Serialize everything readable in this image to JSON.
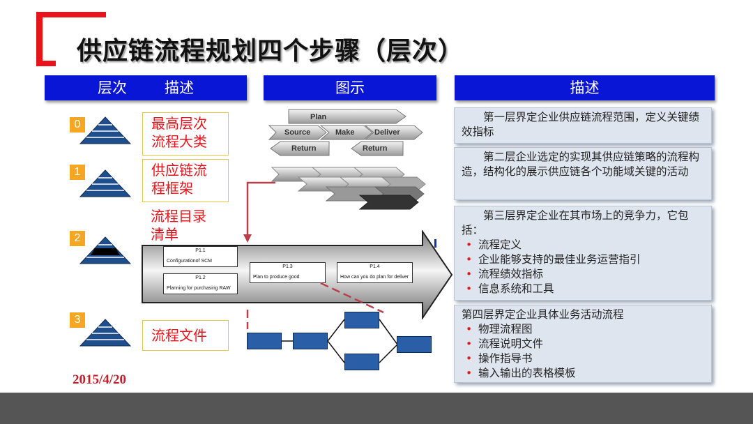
{
  "title": "供应链流程规划四个步骤（层次）",
  "headers": {
    "level": "层次",
    "describe_left": "描述",
    "diagram": "图示",
    "describe_right": "描述"
  },
  "levels": [
    {
      "num": "0",
      "label_line1": "最高层次",
      "label_line2": "流程大类"
    },
    {
      "num": "1",
      "label_line1": "供应链流",
      "label_line2": "程框架"
    },
    {
      "num": "2",
      "label_line1": "流程目录",
      "label_line2": "清单"
    },
    {
      "num": "3",
      "label_line1": "流程文件",
      "label_line2": ""
    }
  ],
  "scor": {
    "plan": "Plan",
    "source": "Source",
    "make": "Make",
    "deliver": "Deliver",
    "return_left": "Return",
    "return_right": "Return"
  },
  "process_boxes": [
    {
      "id": "P1.1",
      "text": "Configurationof SCM"
    },
    {
      "id": "P1.2",
      "text": "Planning for purchasing RAW"
    },
    {
      "id": "P1.3",
      "text": "Plan to produce good"
    },
    {
      "id": "P1.4",
      "text": "How can you do plan for deliver"
    }
  ],
  "descriptions": {
    "d1": "第一层界定企业供应链流程范围，定义关键绩效指标",
    "d2": "第二层企业选定的实现其供应链策略的流程构造，结构化的展示供应链各个功能域关键的活动",
    "d3_intro": "第三层界定企业在其市场上的竞争力，它包括：",
    "d3_items": [
      "流程定义",
      "企业能够支持的最佳业务运营指引",
      "流程绩效指标",
      "信息系统和工具"
    ],
    "d4_intro": "第四层界定企业具体业务活动流程",
    "d4_items": [
      "物理流程图",
      "流程说明文件",
      "操作指导书",
      "输入输出的表格模板"
    ]
  },
  "date": "2015/4/20",
  "colors": {
    "accent_red": "#e8141c",
    "header_blue": "#0a16d6",
    "badge_orange": "#f5a623",
    "pyramid_blue": "#1f4e8c",
    "desc_bg": "#dfe5ef",
    "footer_gray": "#555555"
  }
}
